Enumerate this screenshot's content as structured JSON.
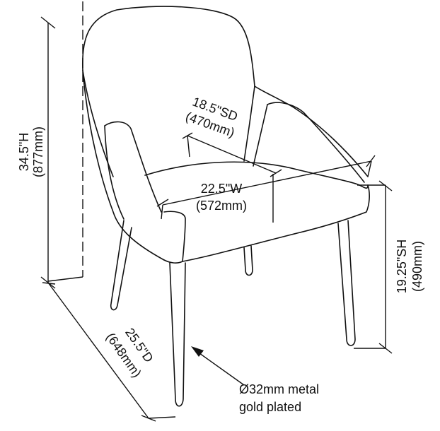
{
  "dimensions": {
    "height": {
      "imperial": "34.5\"H",
      "metric": "(877mm)"
    },
    "seat_depth": {
      "imperial": "18.5\"SD",
      "metric": "(470mm)"
    },
    "width": {
      "imperial": "22.5\"W",
      "metric": "(572mm)"
    },
    "seat_height": {
      "imperial": "19.25\"SH",
      "metric": "(490mm)"
    },
    "depth": {
      "imperial": "25.5\"D",
      "metric": "(648mm)"
    }
  },
  "leg_note": {
    "line1": "Ø32mm metal",
    "line2": "gold plated"
  },
  "colors": {
    "line": "#111111",
    "background": "#ffffff"
  }
}
